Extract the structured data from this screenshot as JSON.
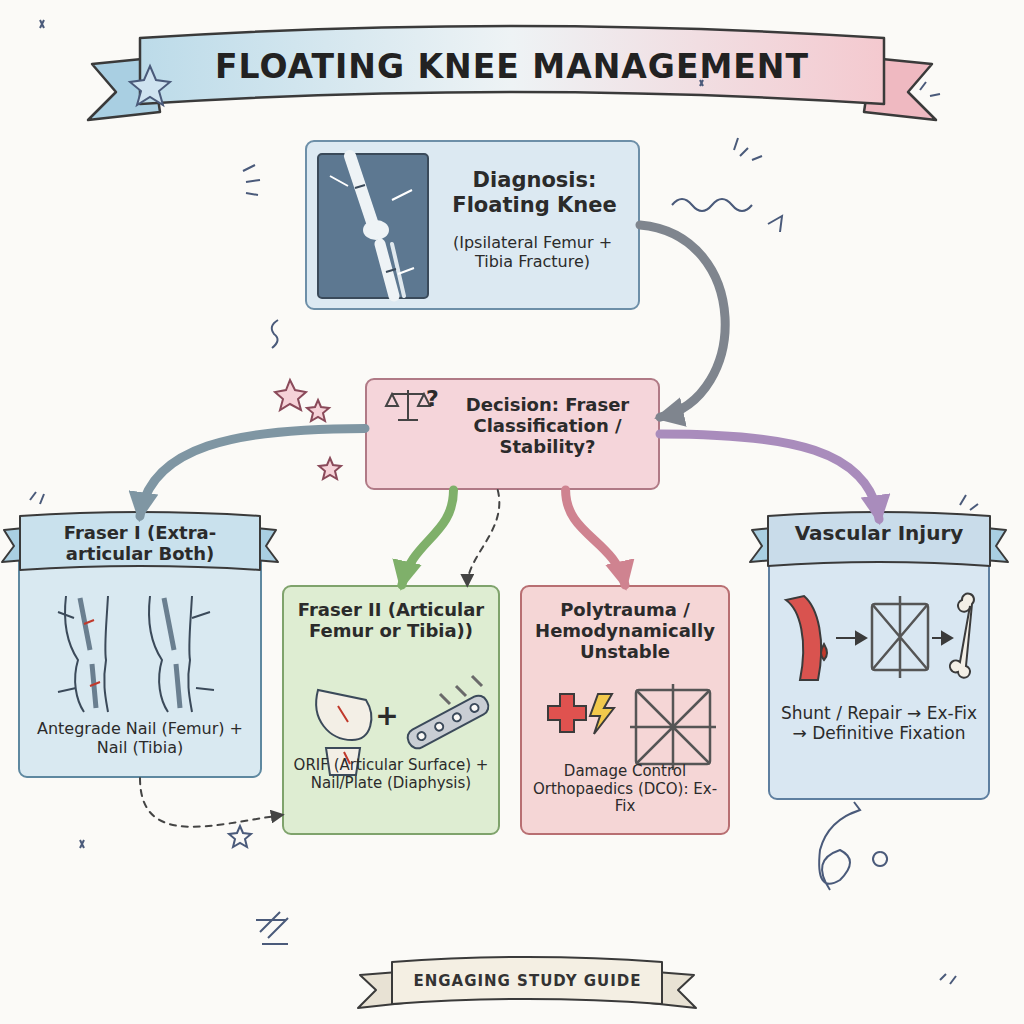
{
  "diagram": {
    "title": "FLOATING KNEE MANAGEMENT",
    "caption": "ENGAGING STUDY GUIDE",
    "nodes": [
      {
        "text": [
          "Diagnosis: Floating Knee",
          "(Ipsilateral Femur + Tibia Fracture)"
        ]
      },
      {
        "text": [
          "Decision: Fraser Classification / Stability?"
        ]
      },
      {
        "text": [
          "Fraser I (Extra-articular Both)",
          "Antegrade Nail (Femur) + Nail (Tibia)"
        ]
      },
      {
        "text": [
          "Fraser II (Articular Femur or Tibia))",
          "ORIF (Articular Surface) + Nail/Plate (Diaphysis)"
        ]
      },
      {
        "text": [
          "Polytrauma / Hemodynamically Unstable",
          "Damage Control Orthopaedics (DCO): Ex-Fix"
        ]
      },
      {
        "text": [
          "Vascular Injury",
          "Shunt / Repair → Ex-Fix → Definitive Fixation"
        ]
      }
    ],
    "edges": [
      {
        "from": 0,
        "to": 1,
        "arrow": "to"
      },
      {
        "from": 1,
        "to": 2,
        "arrow": "to"
      },
      {
        "from": 1,
        "to": 3,
        "arrow": "to"
      },
      {
        "from": 1,
        "to": 3,
        "arrow": "to"
      },
      {
        "from": 1,
        "to": 4,
        "arrow": "to"
      },
      {
        "from": 1,
        "to": 5,
        "arrow": "to"
      },
      {
        "from": 2,
        "to": 3,
        "arrow": "to"
      }
    ],
    "labels": [
      "?",
      "+"
    ]
  }
}
